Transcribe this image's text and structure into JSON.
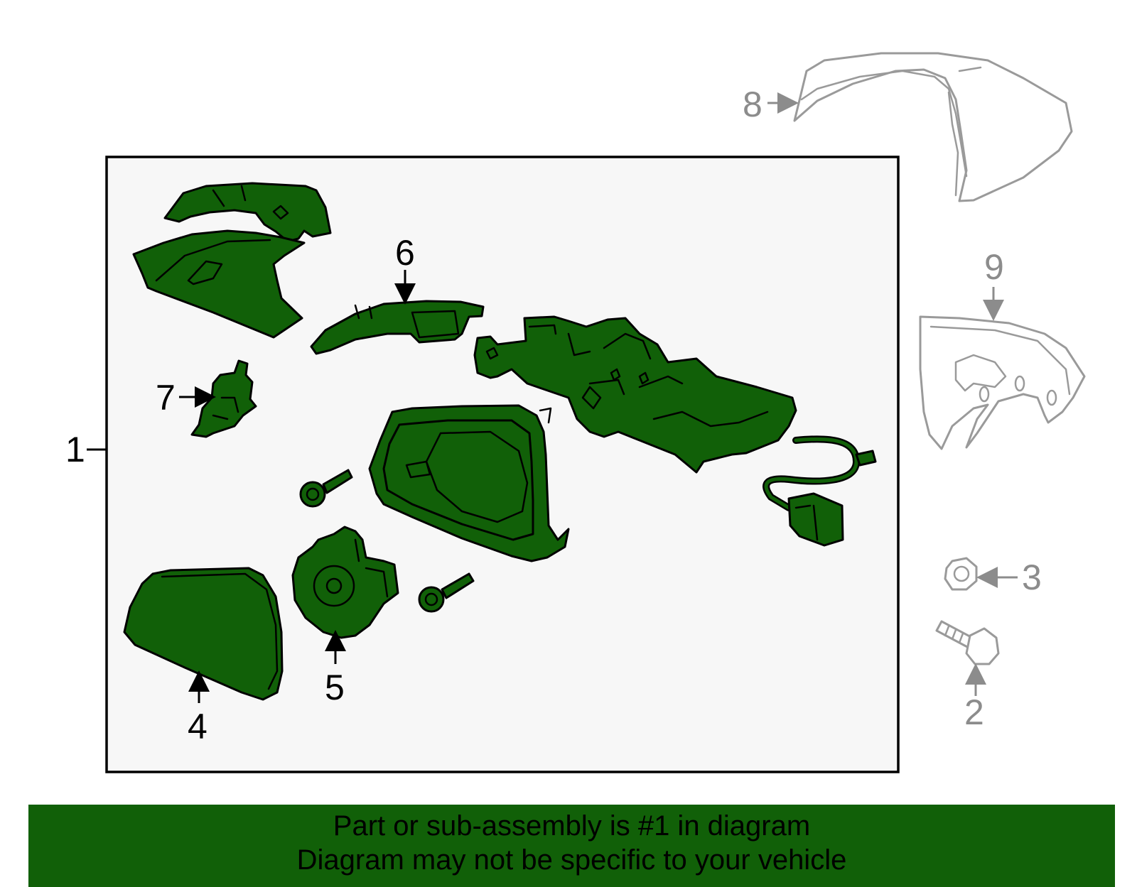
{
  "callouts": {
    "c1": "1",
    "c2": "2",
    "c3": "3",
    "c4": "4",
    "c5": "5",
    "c6": "6",
    "c7": "7",
    "c8": "8",
    "c9": "9"
  },
  "footer": {
    "line1": "Part or sub-assembly is #1 in diagram",
    "line2": "Diagram may not be specific to your vehicle"
  },
  "colors": {
    "highlight": "#116008",
    "assembly_box_bg": "#f7f7f7",
    "non_assembly_parts": "#9a9a9a"
  }
}
